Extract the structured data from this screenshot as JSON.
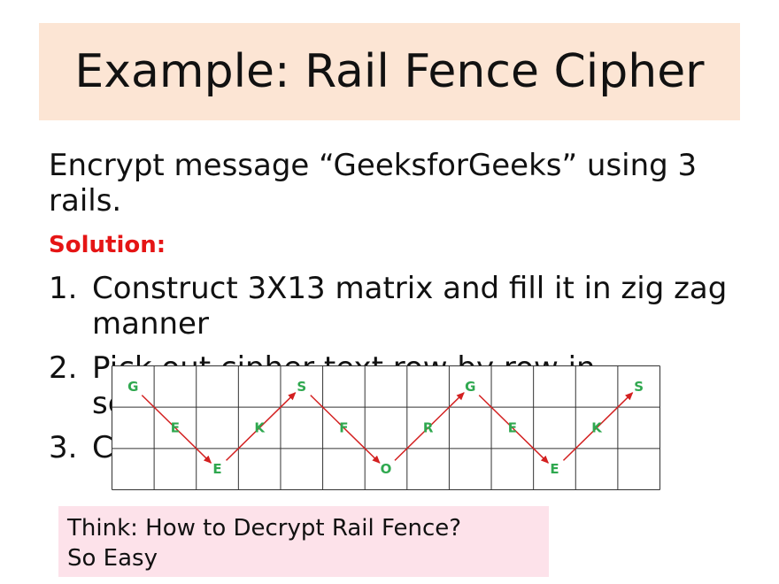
{
  "title": "Example: Rail Fence Cipher",
  "intro": "Encrypt message “GeeksforGeeks” using 3 rails.",
  "solution_label": "Solution:",
  "steps": [
    {
      "number": "1.",
      "text": "Construct 3X13 matrix and fill it in zig zag manner"
    },
    {
      "number": "2.",
      "text": "Pick out cipher text row by row in sequence n"
    },
    {
      "number": "3.",
      "text": "C"
    }
  ],
  "matrix": {
    "rows": 3,
    "cols": 13,
    "cells": [
      {
        "row": 0,
        "col": 0,
        "letter": "G"
      },
      {
        "row": 1,
        "col": 1,
        "letter": "E"
      },
      {
        "row": 2,
        "col": 2,
        "letter": "E"
      },
      {
        "row": 1,
        "col": 3,
        "letter": "K"
      },
      {
        "row": 0,
        "col": 4,
        "letter": "S"
      },
      {
        "row": 1,
        "col": 5,
        "letter": "F"
      },
      {
        "row": 2,
        "col": 6,
        "letter": "O"
      },
      {
        "row": 1,
        "col": 7,
        "letter": "R"
      },
      {
        "row": 0,
        "col": 8,
        "letter": "G"
      },
      {
        "row": 1,
        "col": 9,
        "letter": "E"
      },
      {
        "row": 2,
        "col": 10,
        "letter": "E"
      },
      {
        "row": 1,
        "col": 11,
        "letter": "K"
      },
      {
        "row": 0,
        "col": 12,
        "letter": "S"
      }
    ],
    "letter_color": "#2fa84f",
    "arrow_color": "#d32020"
  },
  "think": {
    "line1": "Think: How to Decrypt Rail Fence?",
    "line2": "So Easy"
  },
  "colors": {
    "title_bg": "#fce5d4",
    "think_bg": "#fde2ea",
    "solution": "#e51515"
  }
}
